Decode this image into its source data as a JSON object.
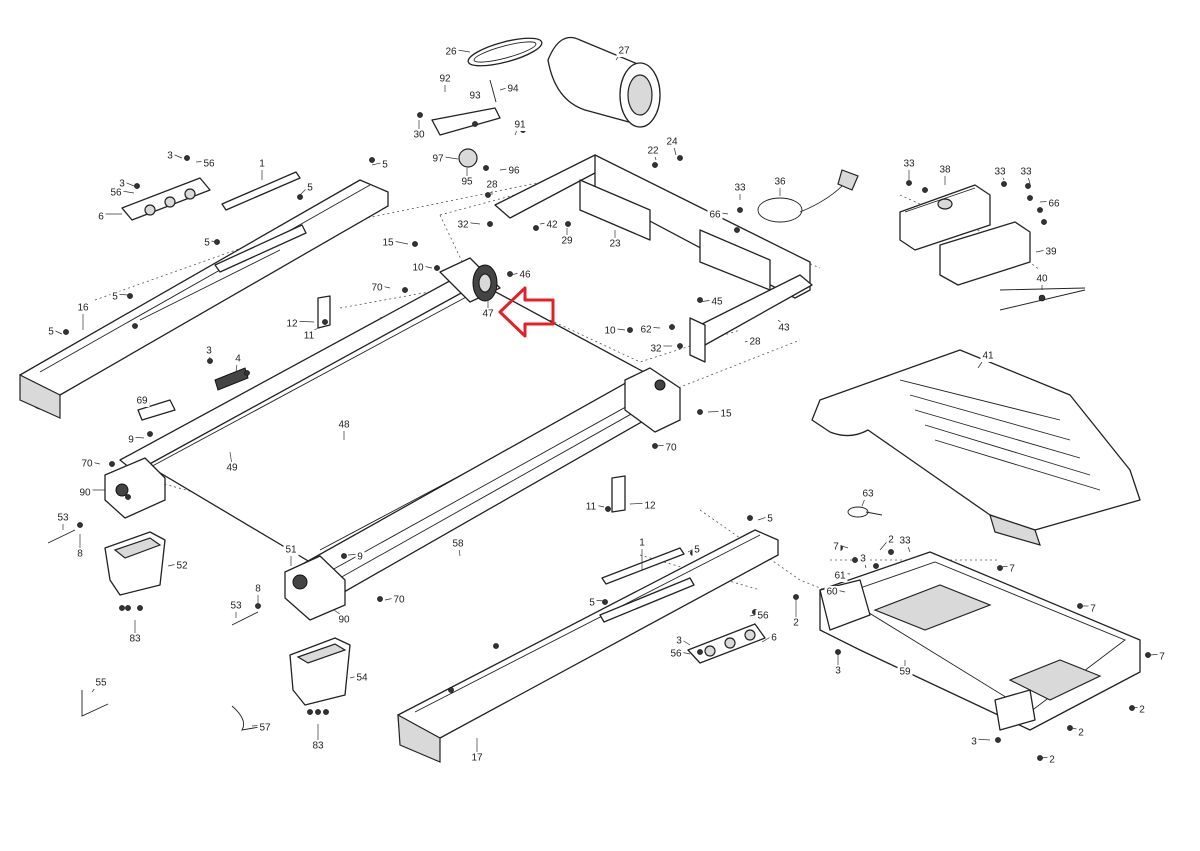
{
  "diagram": {
    "highlight_color": "#e3202a",
    "highlighted_callout": "47",
    "callouts": [
      "1",
      "1",
      "2",
      "2",
      "2",
      "2",
      "2",
      "3",
      "3",
      "3",
      "3",
      "3",
      "3",
      "3",
      "4",
      "5",
      "5",
      "5",
      "5",
      "5",
      "5",
      "5",
      "5",
      "6",
      "6",
      "7",
      "7",
      "7",
      "7",
      "8",
      "8",
      "9",
      "9",
      "10",
      "10",
      "11",
      "11",
      "12",
      "12",
      "15",
      "15",
      "16",
      "17",
      "22",
      "23",
      "24",
      "26",
      "27",
      "28",
      "28",
      "29",
      "30",
      "32",
      "32",
      "33",
      "33",
      "33",
      "33",
      "33",
      "36",
      "38",
      "39",
      "40",
      "41",
      "42",
      "43",
      "45",
      "46",
      "47",
      "48",
      "49",
      "51",
      "52",
      "53",
      "53",
      "54",
      "55",
      "56",
      "56",
      "56",
      "56",
      "57",
      "58",
      "59",
      "60",
      "61",
      "62",
      "63",
      "66",
      "66",
      "69",
      "70",
      "70",
      "70",
      "70",
      "83",
      "83",
      "90",
      "90",
      "91",
      "92",
      "93",
      "94",
      "95",
      "96",
      "97"
    ]
  }
}
